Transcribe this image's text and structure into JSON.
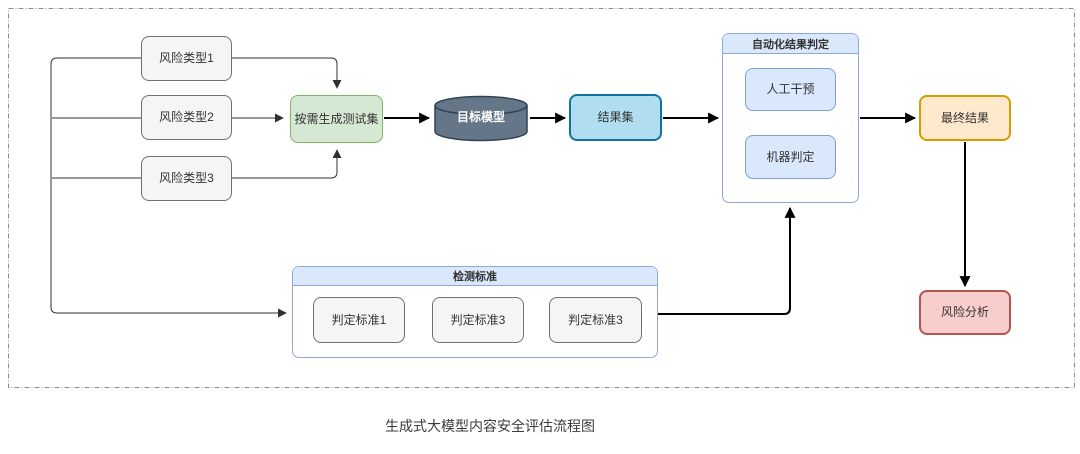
{
  "caption": "生成式大模型内容安全评估流程图",
  "nodes": {
    "risk_type_1": {
      "label": "风险类型1"
    },
    "risk_type_2": {
      "label": "风险类型2"
    },
    "risk_type_3": {
      "label": "风险类型3"
    },
    "testset": {
      "label": "按需生成测试集"
    },
    "target_model": {
      "label": "目标模型"
    },
    "result_set": {
      "label": "结果集"
    },
    "auto_judge": {
      "title": "自动化结果判定",
      "manual": {
        "label": "人工干预"
      },
      "machine": {
        "label": "机器判定"
      }
    },
    "final_result": {
      "label": "最终结果"
    },
    "risk_analysis": {
      "label": "风险分析"
    },
    "standards": {
      "title": "检测标准",
      "std1": {
        "label": "判定标准1"
      },
      "std2": {
        "label": "判定标准3"
      },
      "std3": {
        "label": "判定标准3"
      }
    }
  },
  "colors": {
    "gray_fill": "#f5f5f5",
    "gray_stroke": "#707070",
    "green_fill": "#d5e8d4",
    "green_stroke": "#82b366",
    "blue_fill": "#b1ddf0",
    "blue_stroke": "#10739e",
    "lightblue_fill": "#dae8fc",
    "lightblue_stroke": "#7e9ed9",
    "orange_fill": "#ffe9cd",
    "orange_stroke": "#d79b00",
    "red_fill": "#f8cecc",
    "red_stroke": "#b85450",
    "cylinder_fill": "#647687",
    "cylinder_stroke": "#314354",
    "connector": "#000000",
    "dashed_border": "#8c8c8c"
  }
}
